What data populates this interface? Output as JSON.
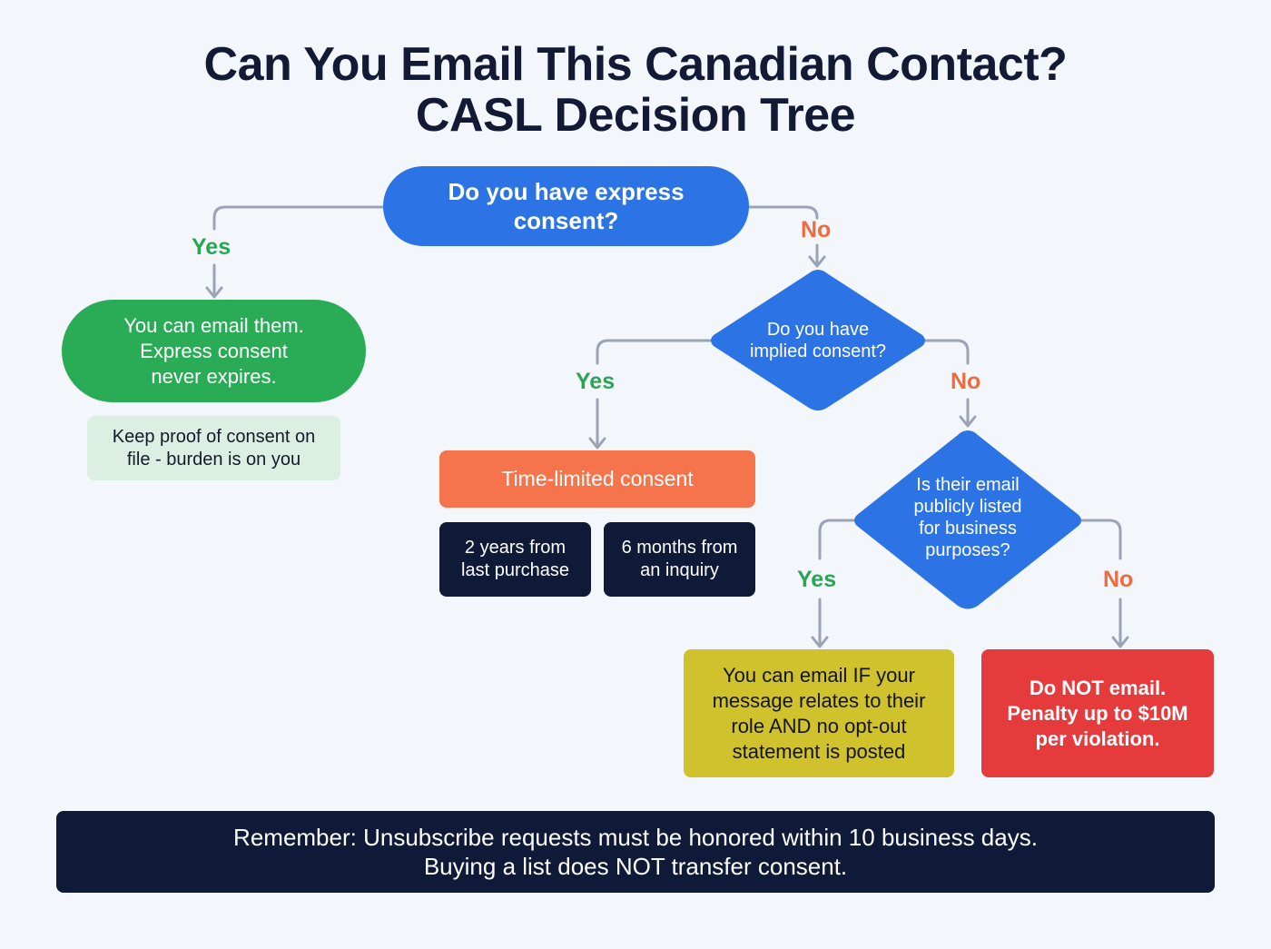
{
  "title": {
    "line1": "Can You Email This Canadian Contact?",
    "line2": "CASL Decision Tree"
  },
  "colors": {
    "question_blue": "#2c74e6",
    "yes_green": "#29a653",
    "no_orange": "#ee6a3f",
    "time_limited_orange": "#f6744b",
    "navy": "#0f1a38",
    "conditional_yellow": "#cfc22d",
    "stop_red": "#e53b3c",
    "connector_gray": "#9aa4b6",
    "background": "#f3f6fa"
  },
  "nodes": {
    "q_express": {
      "line1": "Do you have express",
      "line2": "consent?"
    },
    "yes_express": {
      "line1": "You can email them.",
      "line2": "Express consent",
      "line3": "never expires."
    },
    "proof_note": {
      "line1": "Keep proof of consent on",
      "line2": "file - burden is on you"
    },
    "q_implied": {
      "line1": "Do you have",
      "line2": "implied consent?"
    },
    "time_limited": {
      "label": "Time-limited consent"
    },
    "purchase": {
      "line1": "2 years from",
      "line2": "last purchase"
    },
    "inquiry": {
      "line1": "6 months from",
      "line2": "an inquiry"
    },
    "q_public": {
      "line1": "Is their email",
      "line2": "publicly listed",
      "line3": "for business",
      "line4": "purposes?"
    },
    "conditional_yes": {
      "line1": "You can email IF your",
      "line2": "message relates to their",
      "line3": "role AND no opt-out",
      "line4": "statement is posted"
    },
    "do_not_email": {
      "line1": "Do NOT email.",
      "line2": "Penalty up to $10M",
      "line3": "per violation."
    }
  },
  "edge_labels": {
    "express_yes": "Yes",
    "express_no": "No",
    "implied_yes": "Yes",
    "implied_no": "No",
    "public_yes": "Yes",
    "public_no": "No"
  },
  "footer": {
    "line1": "Remember: Unsubscribe requests must be honored within 10 business days.",
    "line2": "Buying a list does NOT transfer consent."
  }
}
